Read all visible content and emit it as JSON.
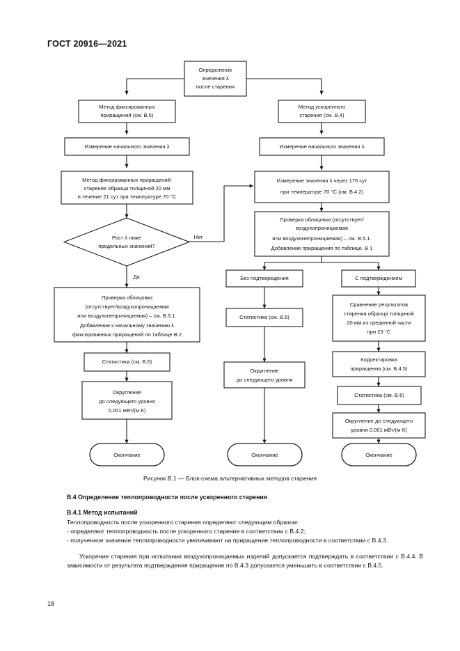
{
  "document": {
    "header": "ГОСТ 20916—2021",
    "page_number": "18",
    "figure_caption": "Рисунок В.1 — Блок-схема альтернативных методов старения"
  },
  "flowchart": {
    "nodes": {
      "start": {
        "lines": [
          "Определение",
          "значения λ",
          "после старения"
        ]
      },
      "left_method": {
        "lines": [
          "Метод фиксированных",
          "приращений (см. В.5)"
        ]
      },
      "right_method": {
        "lines": [
          "Метод ускоренного",
          "старения (см. В.4)"
        ]
      },
      "left_measure": {
        "lines": [
          "Измерение начального значения λ"
        ]
      },
      "right_measure": {
        "lines": [
          "Измерение начального значения λ"
        ]
      },
      "left_fixed": {
        "lines": [
          "Метод фиксированных приращений:",
          "старение образца толщиной 20 мм",
          "в течение 21 сут при температуре 70 °С"
        ]
      },
      "right_measure175": {
        "lines": [
          "Измерение значения λ через 175 сут",
          "при температуре 70 °С (см. В.4.2)"
        ]
      },
      "decision": {
        "lines": [
          "Рост λ ниже",
          "предельных значений?"
        ]
      },
      "right_check": {
        "lines": [
          "Проверка облицовки (отсутствует/",
          "воздухопроницаемая",
          "или воздухонепроницаемая) – см. В.5.1.",
          "Добавление приращения по таблице. В 1"
        ]
      },
      "no_confirm": {
        "lines": [
          "Без подтверждения"
        ]
      },
      "with_confirm": {
        "lines": [
          "С подтверждением"
        ]
      },
      "left_check": {
        "lines": [
          "Проверка облицовки",
          "(отсутствует/воздухопроницаемая",
          "или воздухонепроницаемая) – см. В.5.1.",
          "Добавление к начальному значению λ",
          "фиксированных приращений по таблице В.2"
        ]
      },
      "mid_stats": {
        "lines": [
          "Статистика (см. В.6)"
        ]
      },
      "compare": {
        "lines": [
          "Сравнение результатов",
          "старения образца толщиной",
          "20 мм из срединной части",
          "при 23 °С"
        ]
      },
      "left_stats": {
        "lines": [
          "Статистика (см. В.6)"
        ]
      },
      "mid_round": {
        "lines": [
          "Округление",
          "до следующего уровня"
        ]
      },
      "correction": {
        "lines": [
          "Корректировка",
          "приращения (см. В.4.5)"
        ]
      },
      "right_stats": {
        "lines": [
          "Статистика (см. В.6)"
        ]
      },
      "left_round": {
        "lines": [
          "Округление",
          "до следующего уровня",
          "0,001 мВт/(м·К)"
        ]
      },
      "right_round": {
        "lines": [
          "Округление до следующего",
          "уровня 0,001 мВт/(м·К)"
        ]
      },
      "end_left": {
        "lines": [
          "Окончание"
        ]
      },
      "end_mid": {
        "lines": [
          "Окончание"
        ]
      },
      "end_right": {
        "lines": [
          "Окончание"
        ]
      }
    },
    "edge_labels": {
      "yes": "Да",
      "no": "Нет"
    }
  },
  "section": {
    "heading_b4": "В.4  Определение теплопроводности после ускоренного старения",
    "heading_b41": "В.4.1  Метод испытаний",
    "paragraph_1": "Теплопроводность после ускоренного старения определяют следующим образом:",
    "bullet_1": "- определяют теплопроводность после ускоренного старения в соответствии с В.4.2;",
    "bullet_2": "- полученное значение теплопроводности увеличивают на приращение теплопроводности в соответствии с В.4.3.",
    "paragraph_2": "Ускорение старения при испытании воздухопроницаемых изделий допускается подтверждать в соответствии с В.4.4. В зависимости от результата подтверждения приращение по В.4.3 допускается уменьшить в соответствии с В.4.5."
  }
}
